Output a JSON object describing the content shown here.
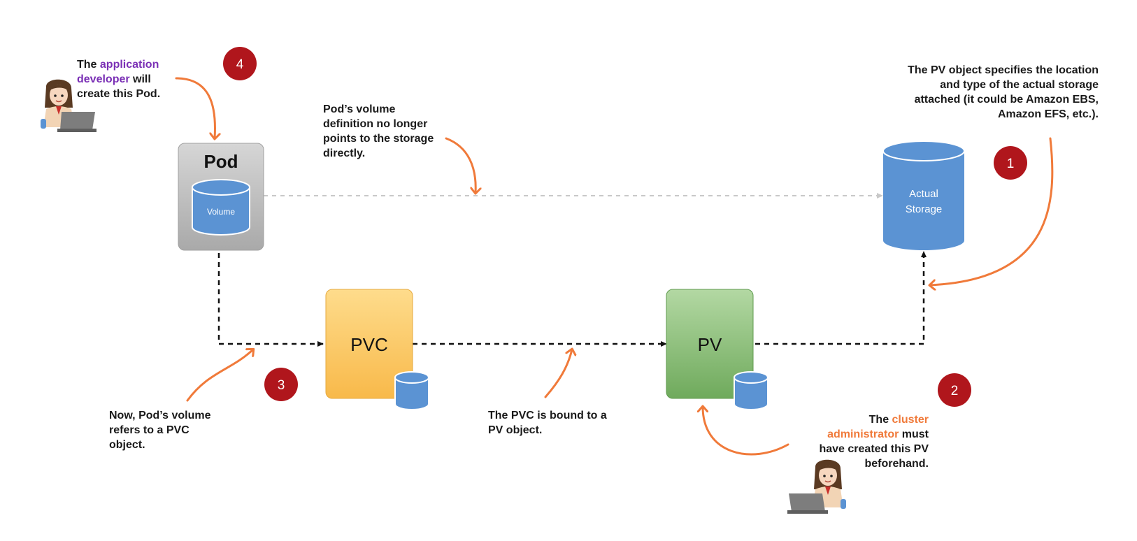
{
  "nodes": {
    "pod": {
      "label": "Pod",
      "volume_label": "Volume"
    },
    "pvc": {
      "label": "PVC"
    },
    "pv": {
      "label": "PV"
    },
    "storage": {
      "line1": "Actual",
      "line2": "Storage"
    }
  },
  "steps": [
    "1",
    "2",
    "3",
    "4"
  ],
  "notes": {
    "developer": {
      "l1_pre": "The ",
      "l1_hl": "application",
      "l2_hl": "developer",
      "l2_post": " will",
      "l3": "create this Pod."
    },
    "pod_volume": {
      "l1": "Pod’s volume",
      "l2": "definition no longer",
      "l3": "points to the storage",
      "l4": "directly."
    },
    "pv_object": {
      "l1": "The PV object specifies the location",
      "l2": "and type of the actual storage",
      "l3": "attached (it could be Amazon EBS,",
      "l4": "Amazon EFS, etc.)."
    },
    "refers_pvc": {
      "l1": "Now, Pod’s volume",
      "l2": "refers to a PVC",
      "l3": "object."
    },
    "bound": {
      "l1": "The PVC is bound to a",
      "l2": "PV object."
    },
    "admin": {
      "l1_pre": "The ",
      "l1_hl": "cluster",
      "l2_hl": "administrator",
      "l2_post": " must",
      "l3": "have created this PV",
      "l4": "beforehand."
    }
  },
  "colors": {
    "badge": "#b0161c",
    "arrow_orange": "#f07a3a",
    "cylinder_blue": "#5b93d3",
    "pvc_fill": "#fbc860",
    "pv_fill": "#8dc07a",
    "pod_fill": "#b9b9b9"
  }
}
